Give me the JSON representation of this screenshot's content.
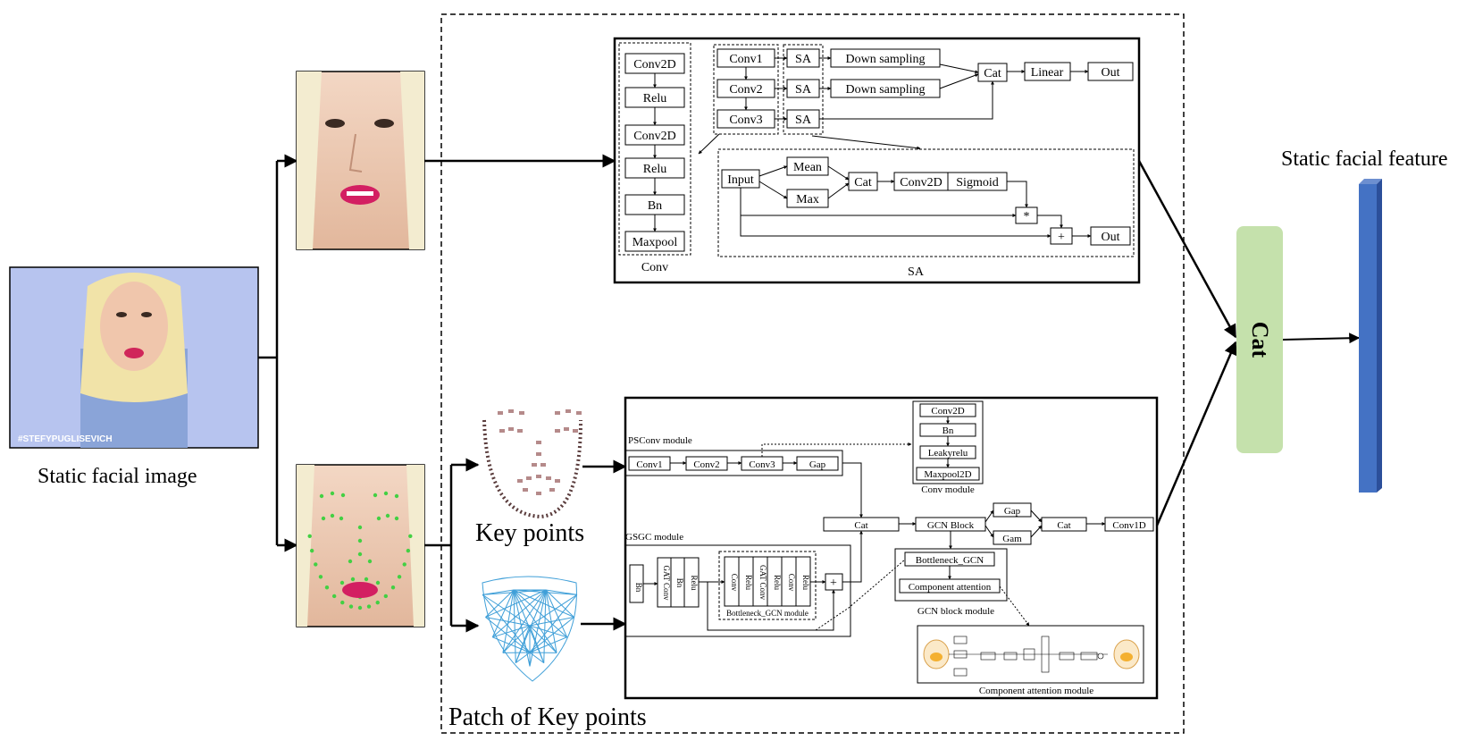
{
  "labels": {
    "static_facial_image": "Static facial image",
    "key_points": "Key points",
    "patch_of_key_points": "Patch of Key points",
    "static_facial_feature": "Static facial feature",
    "cat_main": "Cat",
    "watermark": "#STEFYPUGLISEVICH"
  },
  "sa_net": {
    "conv_group": [
      "Conv2D",
      "Relu",
      "Conv2D",
      "Relu",
      "Bn",
      "Maxpool"
    ],
    "conv_caption": "Conv",
    "conv_chain": [
      "Conv1",
      "Conv2",
      "Conv3"
    ],
    "sa_blocks": [
      "SA",
      "SA",
      "SA"
    ],
    "down_sampling": [
      "Down sampling",
      "Down sampling"
    ],
    "cat": "Cat",
    "linear": "Linear",
    "out": "Out",
    "sa_detail": {
      "input": "Input",
      "mean": "Mean",
      "max": "Max",
      "cat": "Cat",
      "conv2d": "Conv2D",
      "sigmoid": "Sigmoid",
      "mul": "*",
      "add": "+",
      "out": "Out"
    },
    "sa_caption": "SA"
  },
  "gcn_net": {
    "psconv_title": "PSConv module",
    "psconv_chain": [
      "Conv1",
      "Conv2",
      "Conv3",
      "Gap"
    ],
    "conv_module": [
      "Conv2D",
      "Bn",
      "Leakyrelu",
      "Maxpool2D"
    ],
    "conv_module_caption": "Conv module",
    "gsgc_title": "GSGC module",
    "gsgc_bn": "Bn",
    "gsgc_gat": [
      "GAT Conv",
      "Bn",
      "Relu"
    ],
    "bottleneck_cells": [
      "Conv",
      "Relu",
      "GAT Conv",
      "Relu",
      "Conv",
      "Relu"
    ],
    "bottleneck_caption": "Bottleneck_GCN module",
    "add": "+",
    "cat": "Cat",
    "gcn_block": "GCN Block",
    "gap": "Gap",
    "gam": "Gam",
    "cat2": "Cat",
    "conv1d": "Conv1D",
    "gcn_block_module": [
      "Bottleneck_GCN",
      "Component attention"
    ],
    "gcn_block_caption": "GCN block module",
    "component_attention_caption": "Component attention module"
  }
}
